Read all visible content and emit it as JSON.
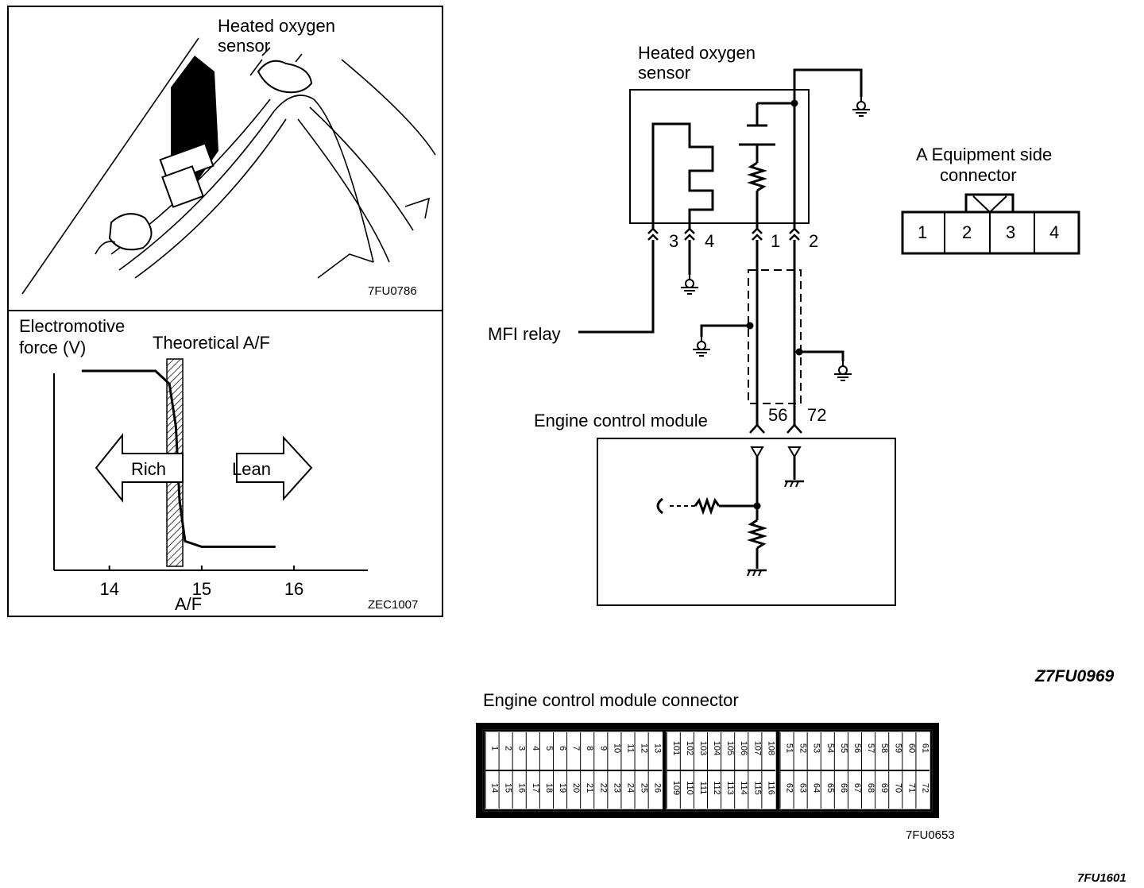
{
  "photo_panel": {
    "label": "Heated oxygen\nsensor",
    "code": "7FU0786"
  },
  "graph": {
    "ylabel": "Electromotive\nforce (V)",
    "xlabel": "A/F",
    "theoretical_label": "Theoretical A/F",
    "rich_label": "Rich",
    "lean_label": "Lean",
    "code": "ZEC1007"
  },
  "chart_data": {
    "type": "line",
    "title": "",
    "xlabel": "A/F",
    "ylabel": "Electromotive force (V)",
    "x_ticks": [
      14,
      15,
      16
    ],
    "xlim": [
      13.4,
      16.8
    ],
    "series": [
      {
        "points": [
          [
            13.7,
            1.0
          ],
          [
            14.5,
            1.0
          ],
          [
            14.65,
            0.93
          ],
          [
            14.72,
            0.7
          ],
          [
            14.76,
            0.3
          ],
          [
            14.82,
            0.08
          ],
          [
            15.0,
            0.05
          ],
          [
            15.8,
            0.05
          ]
        ]
      }
    ],
    "theoretical_af": 14.7,
    "rich_direction": "left",
    "lean_direction": "right"
  },
  "wiring": {
    "sensor_label": "Heated oxygen\nsensor",
    "pins": [
      "3",
      "4",
      "1",
      "2"
    ],
    "mfi_relay_label": "MFI relay",
    "ecm_label": "Engine control module",
    "ecm_pins": [
      "56",
      "72"
    ],
    "connector_title": "A  Equipment side\nconnector",
    "connector_pins": [
      "1",
      "2",
      "3",
      "4"
    ],
    "code": "Z7FU0969"
  },
  "ecm_connector": {
    "title": "Engine control module connector",
    "code": "7FU0653",
    "groups": [
      {
        "top": [
          "1",
          "2",
          "3",
          "4",
          "5",
          "6",
          "7",
          "8",
          "9",
          "10",
          "11",
          "12",
          "13"
        ],
        "bottom": [
          "14",
          "15",
          "16",
          "17",
          "18",
          "19",
          "20",
          "21",
          "22",
          "23",
          "24",
          "25",
          "26"
        ]
      },
      {
        "top": [
          "101",
          "102",
          "103",
          "104",
          "105",
          "106",
          "107",
          "108"
        ],
        "bottom": [
          "109",
          "110",
          "111",
          "112",
          "113",
          "114",
          "115",
          "116"
        ]
      },
      {
        "top": [
          "51",
          "52",
          "53",
          "54",
          "55",
          "56",
          "57",
          "58",
          "59",
          "60",
          "61"
        ],
        "bottom": [
          "62",
          "63",
          "64",
          "65",
          "66",
          "67",
          "68",
          "69",
          "70",
          "71",
          "72"
        ]
      }
    ]
  },
  "page_code": "7FU1601"
}
